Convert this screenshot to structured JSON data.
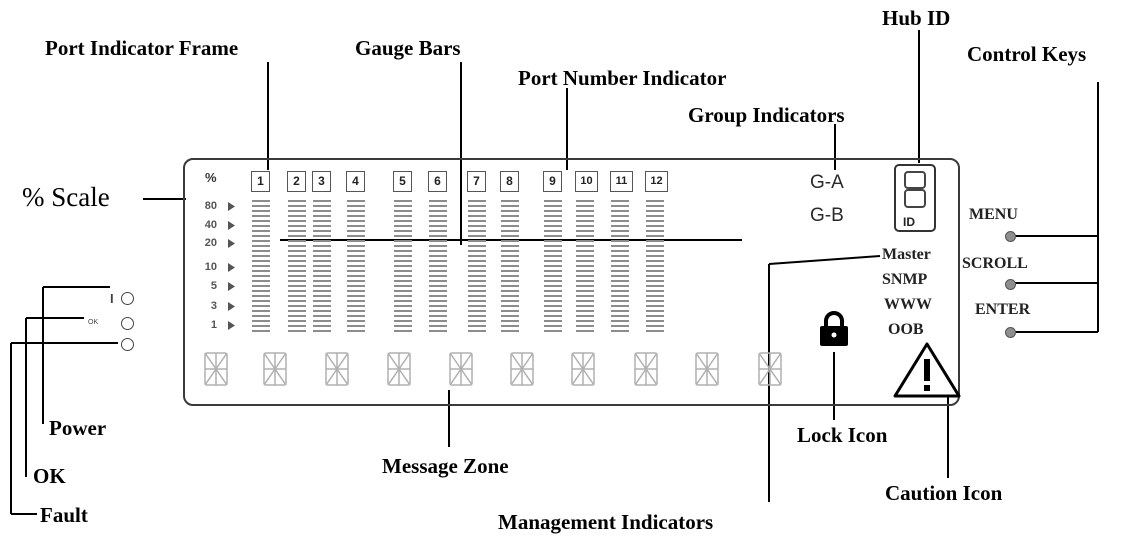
{
  "callouts": {
    "hub_id": "Hub ID",
    "port_indicator_frame": "Port Indicator Frame",
    "gauge_bars": "Gauge Bars",
    "control_keys": "Control Keys",
    "port_number_indicator": "Port Number Indicator",
    "group_indicators": "Group Indicators",
    "percent_scale": "% Scale",
    "power": "Power",
    "ok": "OK",
    "fault": "Fault",
    "message_zone": "Message Zone",
    "lock_icon": "Lock Icon",
    "caution_icon": "Caution Icon",
    "management_indicators": "Management Indicators"
  },
  "panel": {
    "percent_label": "%",
    "ports": [
      "1",
      "2",
      "3",
      "4",
      "5",
      "6",
      "7",
      "8",
      "9",
      "10",
      "11",
      "12"
    ],
    "scale": [
      "80",
      "40",
      "20",
      "10",
      "5",
      "3",
      "1"
    ],
    "groups": [
      "G-A",
      "G-B"
    ],
    "hub_id_label": "ID",
    "management": [
      "Master",
      "SNMP",
      "WWW",
      "OOB"
    ],
    "keys": [
      "MENU",
      "SCROLL",
      "ENTER"
    ],
    "led_labels": {
      "power": "I",
      "ok": "OK"
    }
  },
  "icons": {
    "lock": "lock-icon",
    "caution": "caution-icon",
    "led": "led-circle-icon",
    "hub_digit": "seven-segment-digit-icon",
    "message_char": "sixteen-segment-char-icon",
    "scale_arrow": "triangle-right-icon"
  }
}
